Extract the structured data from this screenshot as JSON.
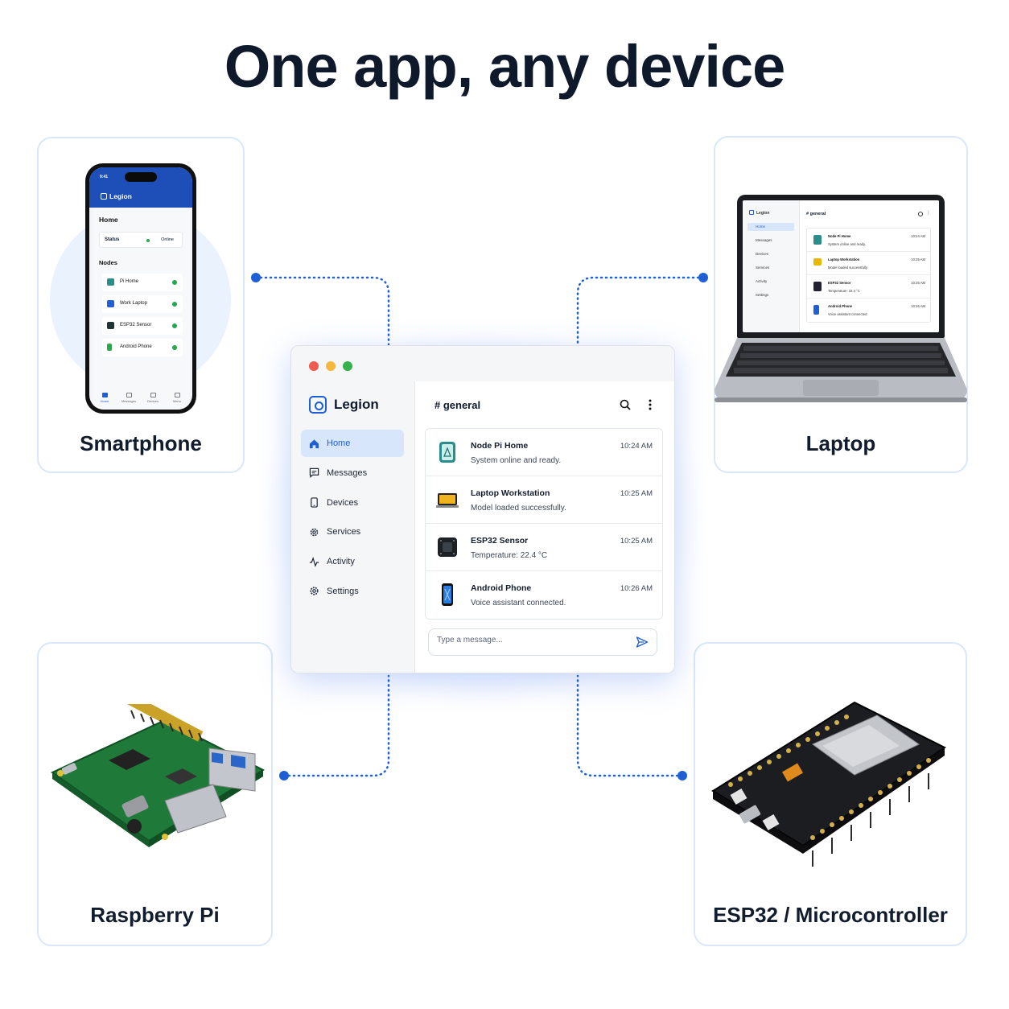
{
  "headline": "One app, any device",
  "devices": {
    "smartphone": "Smartphone",
    "laptop": "Laptop",
    "raspberry_pi": "Raspberry Pi",
    "esp32": "ESP32 / Microcontroller"
  },
  "window": {
    "brand": "Legion",
    "nav": [
      "Home",
      "Messages",
      "Devices",
      "Services",
      "Activity",
      "Settings"
    ],
    "channel": "# general",
    "messages": [
      {
        "name": "Node Pi Home",
        "text": "System online and ready.",
        "time": "10:24 AM"
      },
      {
        "name": "Laptop Workstation",
        "text": "Model loaded successfully.",
        "time": "10:25 AM"
      },
      {
        "name": "ESP32 Sensor",
        "text": "Temperature: 22.4 °C",
        "time": "10:25 AM"
      },
      {
        "name": "Android Phone",
        "text": "Voice assistant connected.",
        "time": "10:26 AM"
      }
    ],
    "composer_placeholder": "Type a message..."
  },
  "phone": {
    "clock": "9:41",
    "title": "Legion",
    "home_heading": "Home",
    "status_label": "Status",
    "status_value": "Online",
    "nodes_heading": "Nodes",
    "nodes": [
      "Pi Home",
      "Work Laptop",
      "ESP32 Sensor",
      "Android Phone"
    ],
    "tabs": [
      "Home",
      "Messages",
      "Devices",
      "Menu"
    ]
  },
  "laptop_screen": {
    "brand": "Legion",
    "nav": [
      "Home",
      "Messages",
      "Devices",
      "Services",
      "Activity",
      "Settings"
    ],
    "channel": "# general",
    "rows": [
      {
        "name": "Node Pi Home",
        "text": "System online and ready.",
        "time": "10:24 AM"
      },
      {
        "name": "Laptop Workstation",
        "text": "Model loaded successfully.",
        "time": "10:25 AM"
      },
      {
        "name": "ESP32 Sensor",
        "text": "Temperature: 22.4 °C",
        "time": "10:25 AM"
      },
      {
        "name": "Android Phone",
        "text": "Voice assistant connected.",
        "time": "10:26 AM"
      }
    ]
  },
  "colors": {
    "accent": "#1f5fd6",
    "connector": "#1f5fd6",
    "online": "#26a650",
    "card_border": "#d9e7f8"
  },
  "icons": {
    "nav": [
      "home-icon",
      "messages-icon",
      "devices-icon",
      "services-icon",
      "activity-icon",
      "settings-icon"
    ],
    "header": [
      "search-icon",
      "more-vertical-icon"
    ],
    "composer": "send-icon"
  }
}
